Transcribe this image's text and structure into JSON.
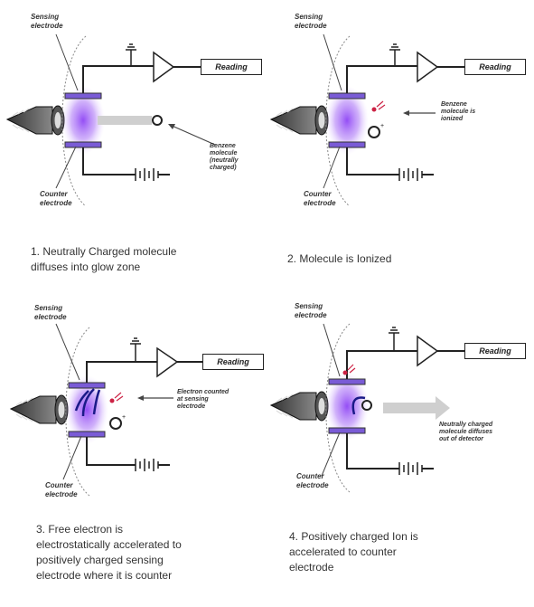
{
  "panels": [
    {
      "sensing_label": "Sensing\nelectrode",
      "counter_label": "Counter\nelectrode",
      "reading_label": "Reading",
      "annotation": "Benzene\nmolecule\n(neutrally\ncharged)",
      "caption": "1. Neutrally Charged molecule\ndiffuses into glow zone"
    },
    {
      "sensing_label": "Sensing\nelectrode",
      "counter_label": "Counter\nelectrode",
      "reading_label": "Reading",
      "annotation": "Benzene\nmolecule is\nionized",
      "caption": "2. Molecule is Ionized"
    },
    {
      "sensing_label": "Sensing\nelectrode",
      "counter_label": "Counter\nelectrode",
      "reading_label": "Reading",
      "annotation": "Electron counted\nat sensing\nelectrode",
      "caption": "3. Free electron is\nelectrostatically accelerated to\npositively charged sensing\nelectrode where it is counter"
    },
    {
      "sensing_label": "Sensing\nelectrode",
      "counter_label": "Counter\nelectrode",
      "reading_label": "Reading",
      "annotation": "Neutrally charged\nmolecule diffuses\nout of detector",
      "caption": "4. Positively charged Ion is\naccelerated to counter\nelectrode"
    }
  ],
  "colors": {
    "glow": "#9b5cf0",
    "line": "#222222",
    "arrow": "#cccccc",
    "ion_red": "#cc2244",
    "electron": "#1a1a88"
  }
}
